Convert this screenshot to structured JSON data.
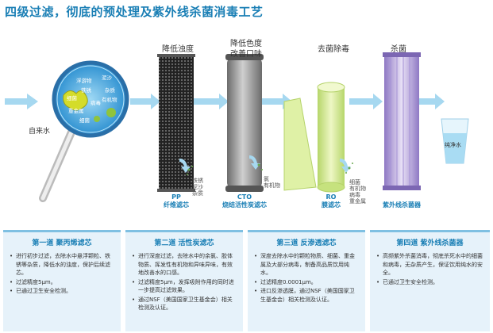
{
  "title": "四级过滤，彻底的预处理及紫外线杀菌消毒工艺",
  "stage_labels": {
    "s1": "降低浊度",
    "s2a": "降低色度",
    "s2b": "改善口味",
    "s3": "去菌除毒",
    "s4": "杀菌"
  },
  "tap_water": "自来水",
  "pure_water": "纯净水",
  "bubbles": [
    "浮游物",
    "泥沙",
    "铁锈",
    "细菌",
    "杂质",
    "病毒",
    "重金属",
    "有机物",
    "细菌"
  ],
  "removed": {
    "pp": [
      "铁锈",
      "泥沙",
      "杂质"
    ],
    "cto": [
      "氯",
      "有机物"
    ],
    "ro": [
      "细菌",
      "有机物",
      "病毒",
      "重金属"
    ]
  },
  "products": {
    "pp_code": "PP",
    "pp_name": "纤维滤芯",
    "cto_code": "CTO",
    "cto_name": "烧结活性炭滤芯",
    "ro_code": "RO",
    "ro_name": "膜滤芯",
    "uv_name": "紫外线杀菌器"
  },
  "panels": [
    {
      "heading": "第一道  聚丙烯滤芯",
      "items": [
        "进行初步过滤，去除水中悬浮颗粒、铁锈等杂质，降低水的浊度，保护后续滤芯。",
        "过滤精度5μm。",
        "已通过卫生安全检测。"
      ]
    },
    {
      "heading": "第二道  活性炭滤芯",
      "items": [
        "进行深度过滤，去除水中的余氯、胶体物质、挥发性有机物和异味异味，有效地改善水的口感。",
        "过滤精度5μm，发挥吸附作用的同时进一步提高过滤效果。",
        "通过NSF（美国国家卫生基金会）相关检测及认证。"
      ]
    },
    {
      "heading": "第三道  反渗透滤芯",
      "items": [
        "深度去除水中的颗粒物质、细菌、重金属及大部分病毒，制备高品质饮用纯水。",
        "过滤精度0.0001μm。",
        "进口反渗透膜，通过NSF（美国国家卫生基金会）相关检测及认证。"
      ]
    },
    {
      "heading": "第四道  紫外线杀菌器",
      "items": [
        "高频紫外杀菌消毒，彻底杀死水中的细菌和病毒，无杂质产生，保证饮用纯水的安全。",
        "已通过卫生安全检测。"
      ]
    }
  ],
  "colors": {
    "accent": "#1a7fb5",
    "panel_bg": "#e6f2fa",
    "arrow": "#9fd3ee",
    "ro_green": "#d8ec8a",
    "uv_purple": "#b9a6dc"
  }
}
